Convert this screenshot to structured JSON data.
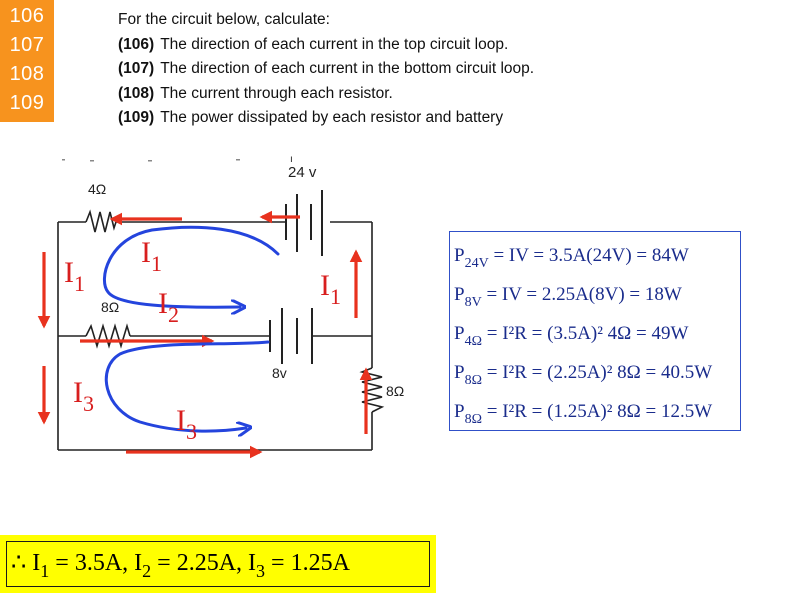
{
  "badge": {
    "numbers": [
      "106",
      "107",
      "108",
      "109"
    ]
  },
  "questions": {
    "intro": "For the circuit below, calculate:",
    "items": [
      {
        "num": "(106)",
        "text": "The direction of each current in the top circuit loop."
      },
      {
        "num": "(107)",
        "text": "The direction of each current in the bottom circuit loop."
      },
      {
        "num": "(108)",
        "text": "The current through each resistor."
      },
      {
        "num": "(109)",
        "text": "The power dissipated by each resistor and battery"
      }
    ]
  },
  "circuit": {
    "battery_top": "24 v",
    "battery_mid": "8v",
    "resistor_top": "4Ω",
    "resistor_mid": "8Ω",
    "resistor_right": "8Ω",
    "currents": {
      "I1_left": {
        "sym": "I",
        "sub": "1"
      },
      "I1_loop": {
        "sym": "I",
        "sub": "1"
      },
      "I1_right": {
        "sym": "I",
        "sub": "1"
      },
      "I2_loop": {
        "sym": "I",
        "sub": "2"
      },
      "I3_left": {
        "sym": "I",
        "sub": "3"
      },
      "I3_loop": {
        "sym": "I",
        "sub": "3"
      }
    },
    "colors": {
      "wire": "#222222",
      "current_arrow": "#e8321e",
      "loop_arrow": "#2444dd",
      "label": "#d81e1e"
    }
  },
  "equations": [
    {
      "lhs": "P",
      "sub": "24V",
      "rhs": "= IV = 3.5A(24V) = 84W"
    },
    {
      "lhs": "P",
      "sub": "8V",
      "rhs": "= IV = 2.25A(8V) = 18W"
    },
    {
      "lhs": "P",
      "sub": "4Ω",
      "rhs": "= I²R = (3.5A)² 4Ω = 49W"
    },
    {
      "lhs": "P",
      "sub": "8Ω",
      "rhs": "= I²R = (2.25A)² 8Ω = 40.5W"
    },
    {
      "lhs": "P",
      "sub": "8Ω",
      "rhs": "= I²R = (1.25A)² 8Ω = 12.5W"
    }
  ],
  "answer": {
    "therefore": "∴",
    "parts": [
      {
        "sym": "I",
        "sub": "1",
        "val": " = 3.5A, "
      },
      {
        "sym": "I",
        "sub": "2",
        "val": " = 2.25A, "
      },
      {
        "sym": "I",
        "sub": "3",
        "val": " = 1.25A"
      }
    ]
  }
}
